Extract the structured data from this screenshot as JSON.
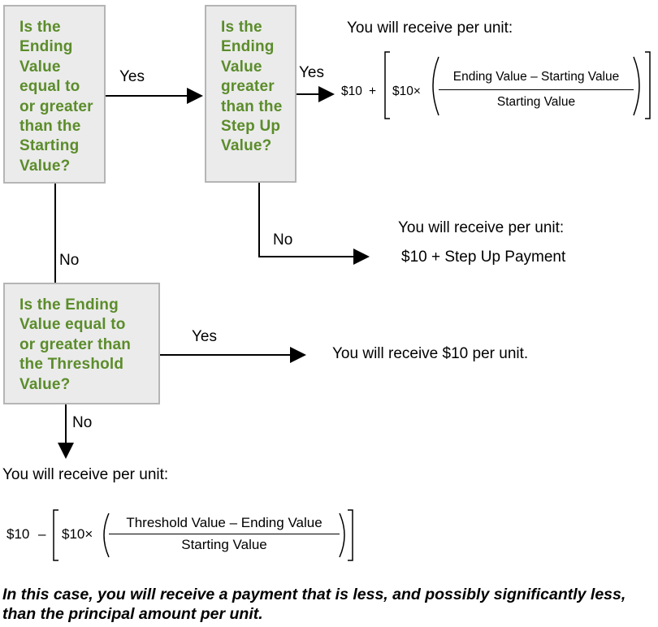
{
  "q1": {
    "lines": [
      "Is the",
      "Ending",
      "Value",
      "equal to",
      "or greater",
      "than the",
      "Starting",
      "Value?"
    ]
  },
  "q2": {
    "lines": [
      "Is the",
      "Ending",
      "Value",
      "greater",
      "than the",
      "Step Up",
      "Value?"
    ]
  },
  "q3": {
    "lines": [
      "Is the Ending",
      "Value equal to",
      "or greater than",
      "the Threshold",
      "Value?"
    ]
  },
  "labels": {
    "yes1": "Yes",
    "yes2": "Yes",
    "yes3": "Yes",
    "no1": "No",
    "no2": "No",
    "no3": "No"
  },
  "outcome_a": {
    "title": "You will receive per unit:",
    "base": "$10",
    "plus": "+",
    "inner": "$10×",
    "numerator": "Ending  Value  – Starting  Value",
    "denominator": "Starting Value"
  },
  "outcome_b": {
    "title": "You will receive per unit:",
    "formula": "$10 + Step Up Payment"
  },
  "outcome_c": {
    "text": "You will receive $10 per unit."
  },
  "outcome_d": {
    "title": "You will receive per unit:",
    "base": "$10",
    "minus": "–",
    "inner": "$10×",
    "numerator": "Threshold Value – Ending Value",
    "denominator": "Starting Value"
  },
  "note": "In this case, you will receive a payment that is less, and possibly significantly less, than the principal amount per unit."
}
